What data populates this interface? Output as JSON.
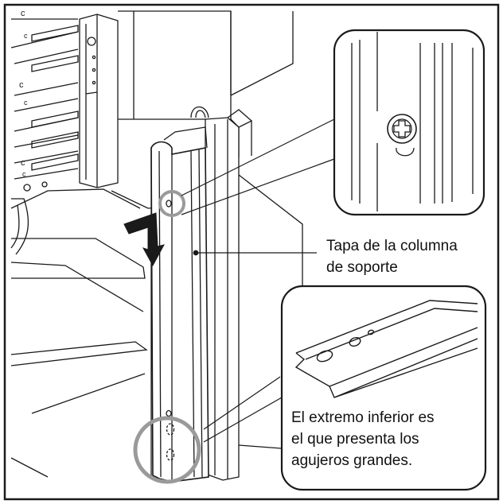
{
  "callouts": {
    "support_cover": {
      "line1": "Tapa de la columna",
      "line2": "de soporte"
    },
    "lower_end_note": {
      "line1": "El extremo inferior es",
      "line2": "el que presenta los",
      "line3": "agujeros grandes."
    }
  },
  "colors": {
    "line": "#1a1a1a",
    "highlight_circle": "#9a9a9a",
    "background": "#ffffff"
  },
  "icons": [
    "down-arrow-icon",
    "screw-icon"
  ]
}
